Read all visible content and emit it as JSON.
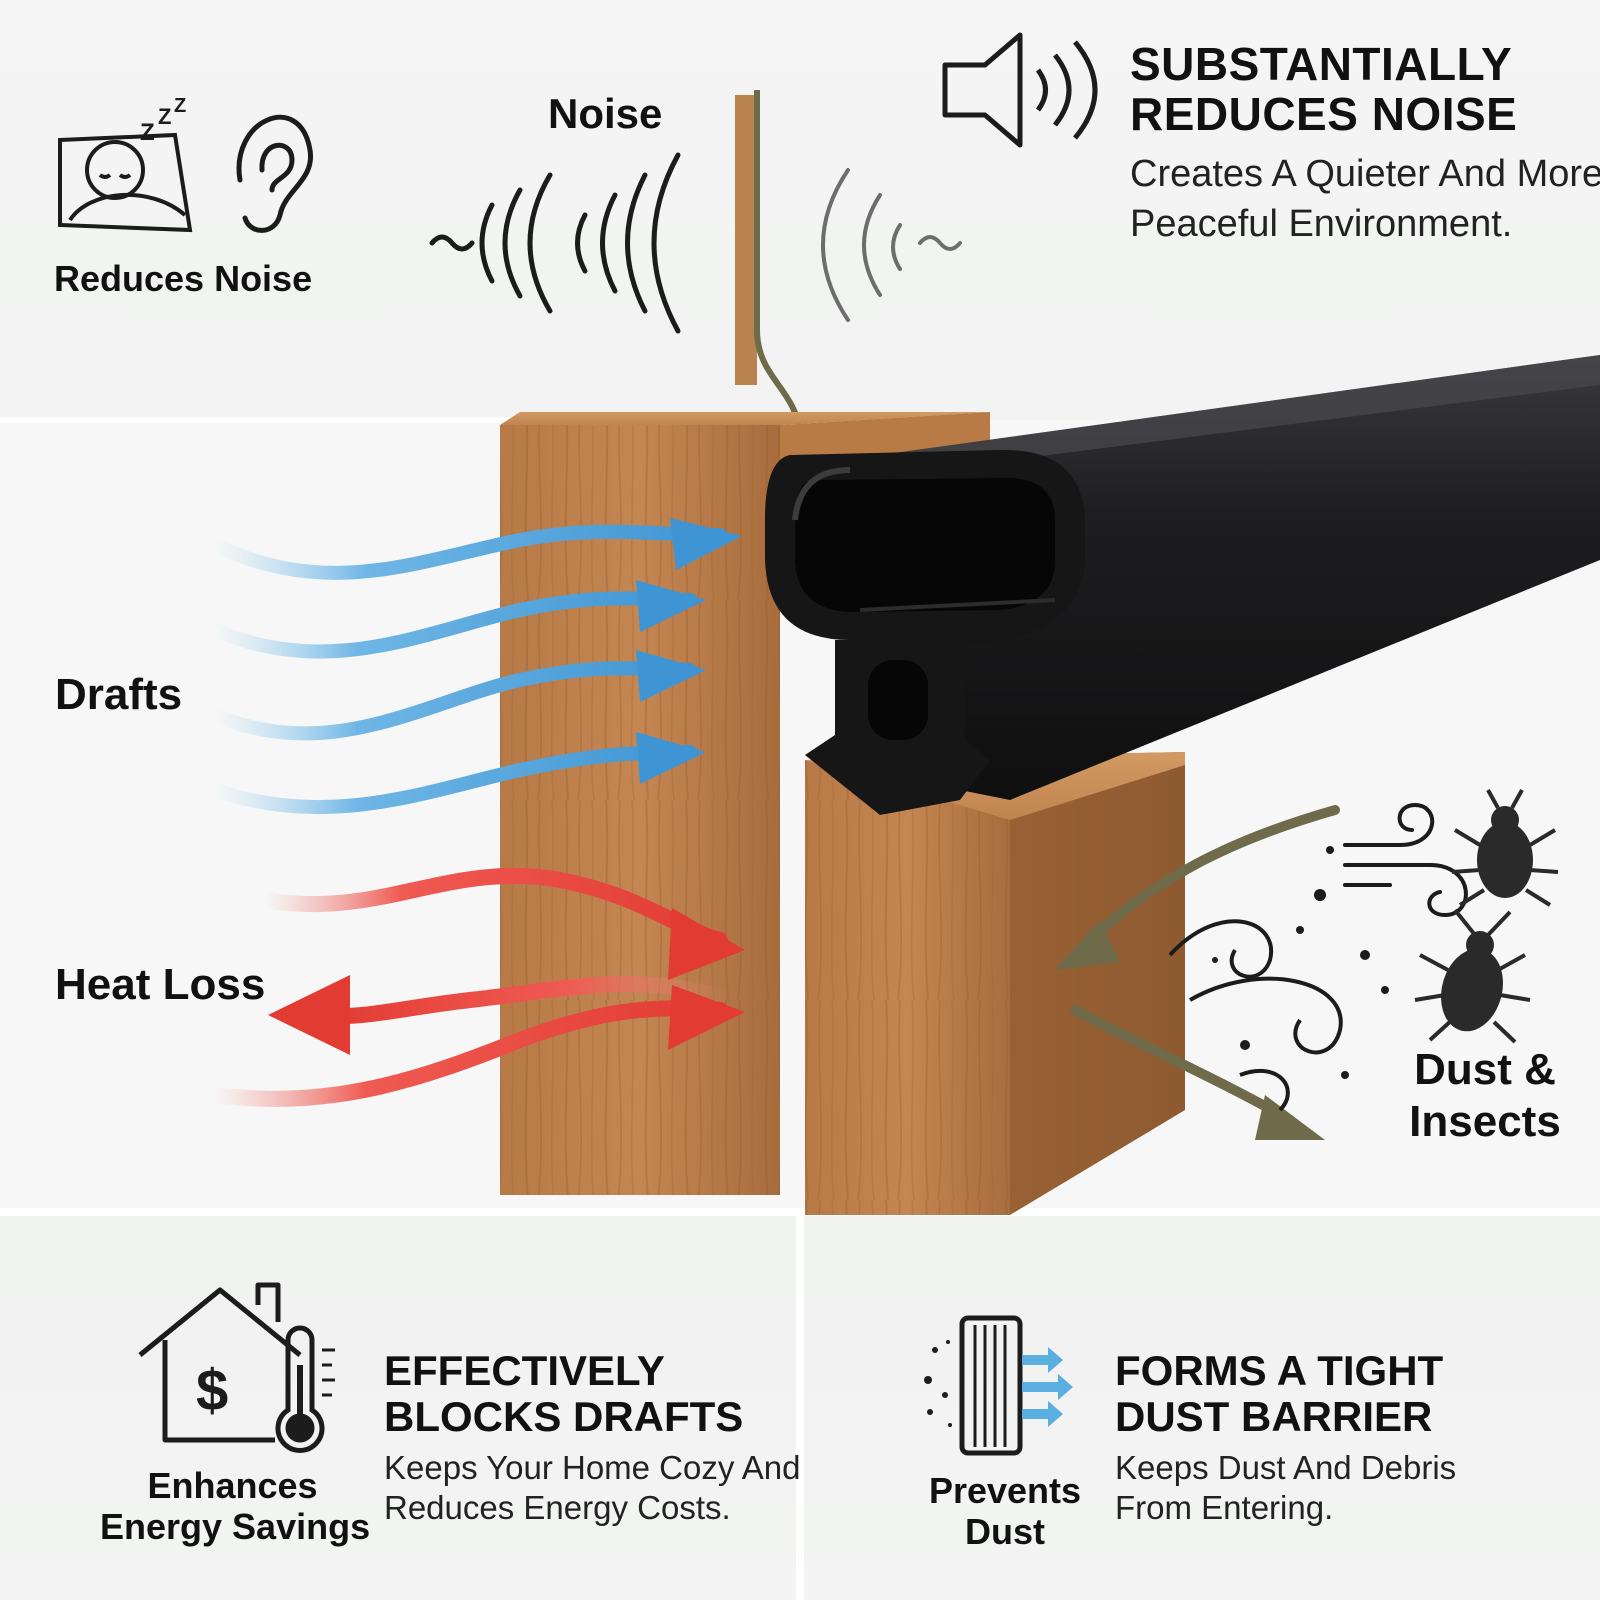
{
  "top_left": {
    "icon_label": "Reduces Noise"
  },
  "noise_label": "Noise",
  "top_right": {
    "heading_line1": "SUBSTANTIALLY",
    "heading_line2": "REDUCES NOISE",
    "desc_line1": "Creates A Quieter And More",
    "desc_line2": "Peaceful Environment."
  },
  "left_labels": {
    "drafts": "Drafts",
    "heat_loss": "Heat Loss"
  },
  "right_label": {
    "line1": "Dust &",
    "line2": "Insects"
  },
  "bottom_left": {
    "icon_label_line1": "Enhances",
    "icon_label_line2": "Energy Savings",
    "heading_line1": "EFFECTIVELY",
    "heading_line2": "BLOCKS DRAFTS",
    "desc_line1": "Keeps Your Home Cozy And",
    "desc_line2": "Reduces Energy Costs."
  },
  "bottom_right": {
    "icon_label_line1": "Prevents",
    "icon_label_line2": "Dust",
    "heading_line1": "FORMS A TIGHT",
    "heading_line2": "DUST BARRIER",
    "desc_line1": "Keeps Dust And Debris",
    "desc_line2": "From Entering."
  },
  "colors": {
    "wood": "#b07444",
    "wood_dark": "#8c5529",
    "seal": "#1b1b1d",
    "draft_blue": "#4a9fd8",
    "heat_red": "#e8453c",
    "arrow_olive": "#6e6a4a"
  }
}
